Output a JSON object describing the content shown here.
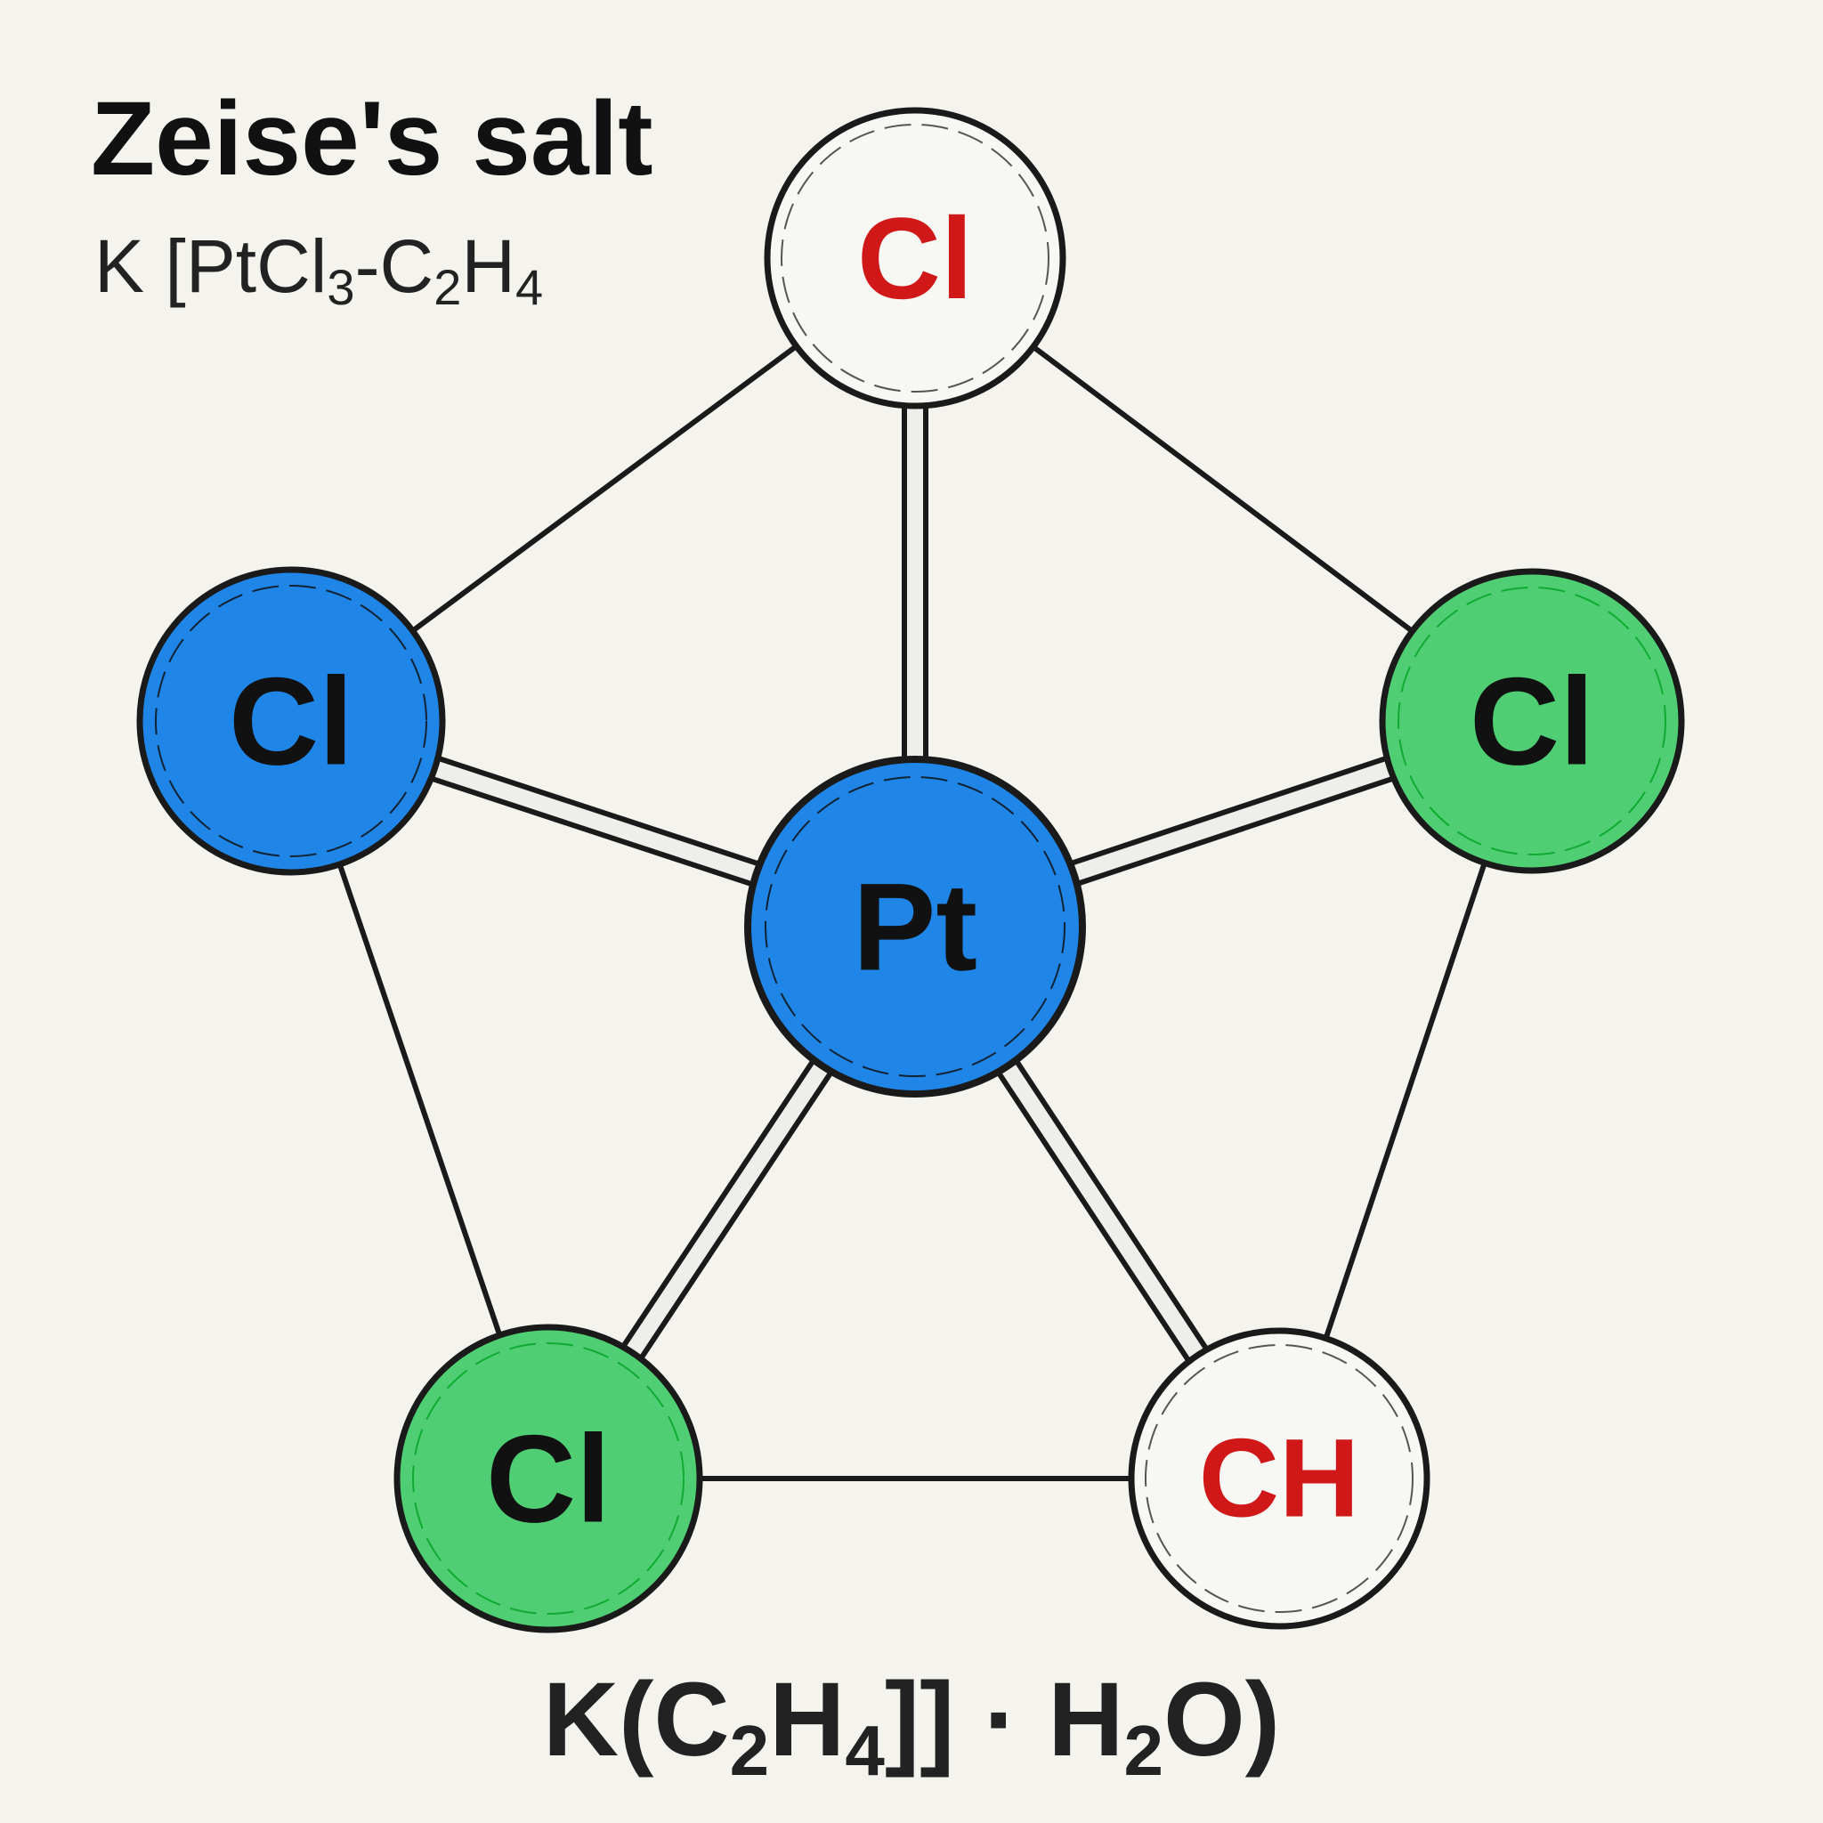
{
  "title": "Zeise's salt",
  "formula_top": {
    "p1": "K [PtCl",
    "s1": "3",
    "p2": "-C",
    "s2": "2",
    "p3": "H",
    "s3": "4"
  },
  "formula_bottom": {
    "p1": "K(C",
    "s1": "2",
    "p2": "H",
    "s2": "4",
    "p3": "]] · H",
    "s3": "2",
    "p4": "O)"
  },
  "atoms": {
    "center": {
      "label": "Pt",
      "fill": "#1f86e8",
      "text": "#111111"
    },
    "top": {
      "label": "Cl",
      "fill": "#f7f7f4",
      "text": "#d01818"
    },
    "left": {
      "label": "Cl",
      "fill": "#1f86e8",
      "text": "#111111"
    },
    "right": {
      "label": "Cl",
      "fill": "#4fce73",
      "text": "#111111"
    },
    "bottom_left": {
      "label": "Cl",
      "fill": "#4fce73",
      "text": "#111111"
    },
    "bottom_right": {
      "label": "CH",
      "fill": "#f7f7f4",
      "text": "#d01818"
    }
  }
}
